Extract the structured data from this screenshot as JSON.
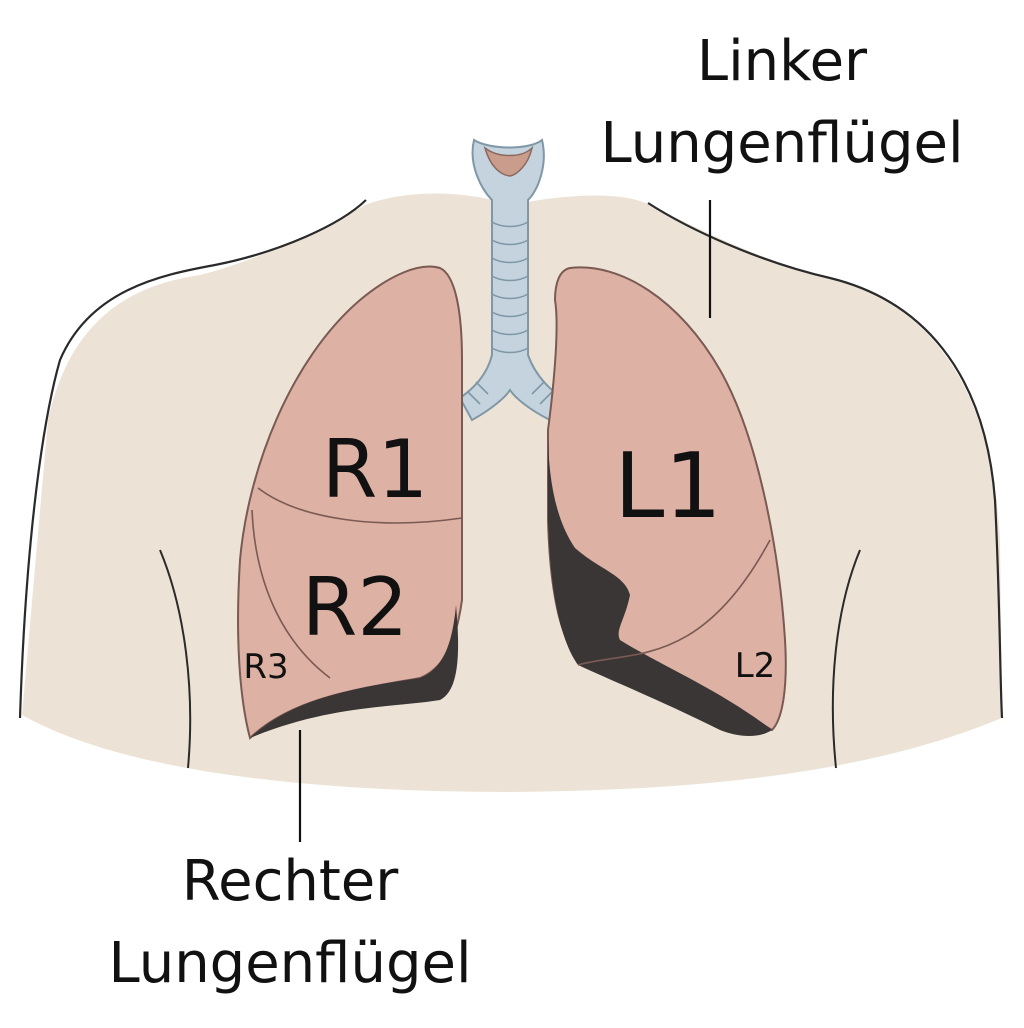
{
  "labels": {
    "left_lung_line1": "Linker",
    "left_lung_line2": "Lungenflügel",
    "right_lung_line1": "Rechter",
    "right_lung_line2": "Lungenflügel",
    "r1": "R1",
    "r2": "R2",
    "r3": "R3",
    "l1": "L1",
    "l2": "L2"
  },
  "colors": {
    "body": "#ece3d6",
    "body_outline": "#2a2a2a",
    "lung": "#ddb1a4",
    "lung_outline": "#7a5a52",
    "collapsed_area": "#3a3636",
    "trachea": "#c4d3de",
    "trachea_outline": "#7f97a6",
    "larynx_inner": "#c99c8c",
    "text": "#111111"
  }
}
